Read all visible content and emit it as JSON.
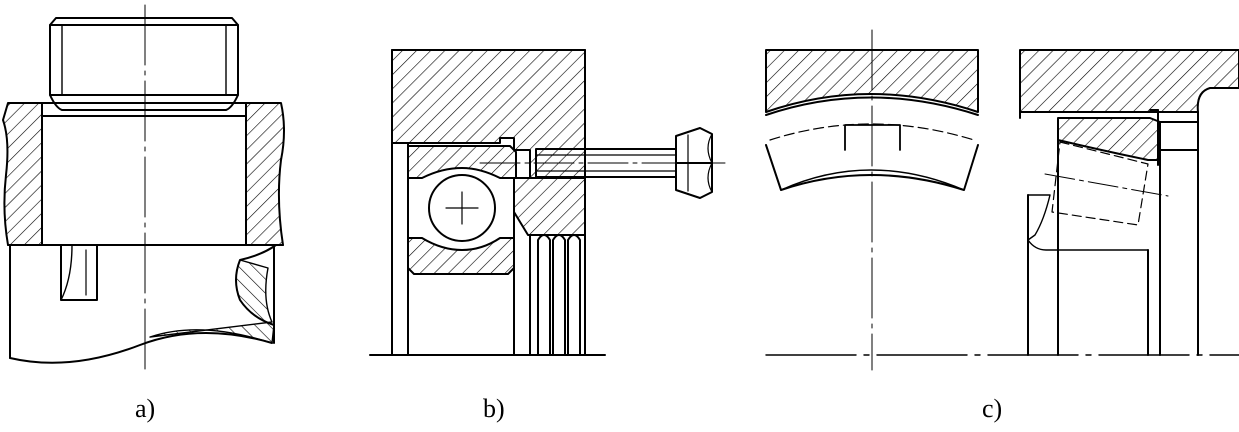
{
  "captions": {
    "a": "a)",
    "b": "b)",
    "c": "c)"
  },
  "colors": {
    "ink": "#000000",
    "background": "#ffffff"
  }
}
